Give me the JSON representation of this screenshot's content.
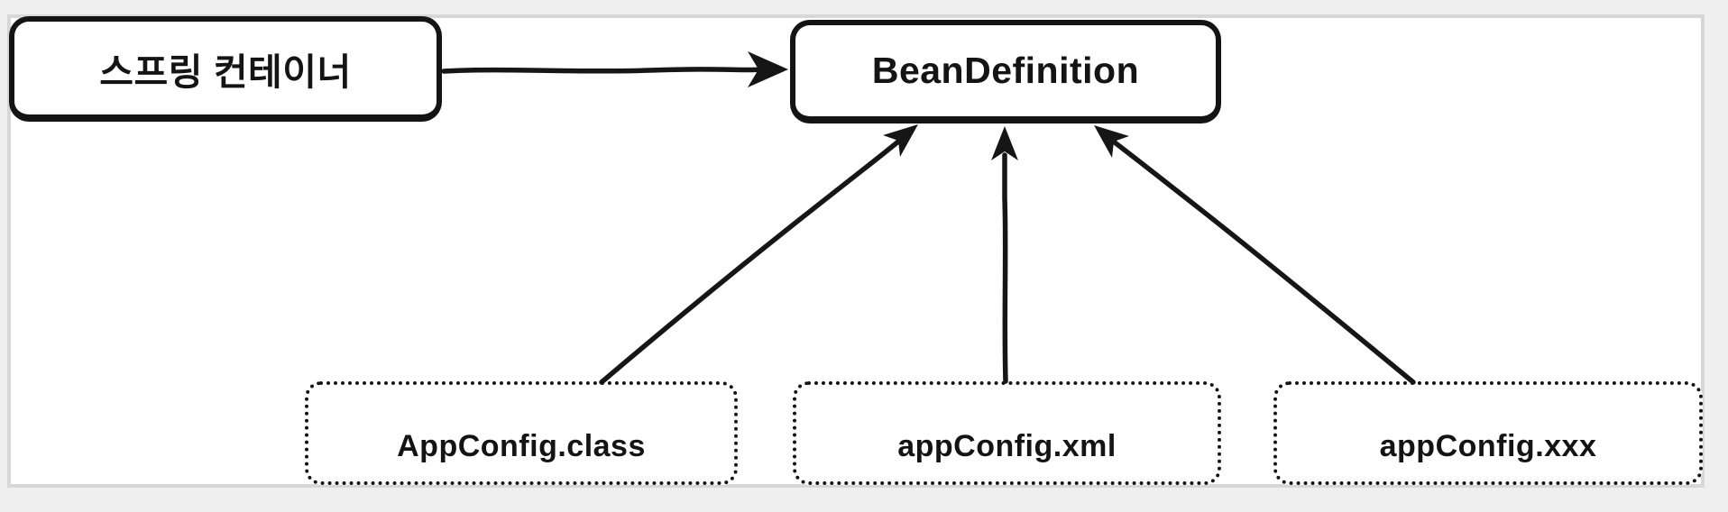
{
  "diagram": {
    "nodes": {
      "spring_container": {
        "label": "스프링 컨테이너",
        "style": "solid"
      },
      "bean_definition": {
        "label": "BeanDefinition",
        "style": "solid"
      },
      "appconfig_class": {
        "label": "AppConfig.class",
        "style": "dotted"
      },
      "appconfig_xml": {
        "label": "appConfig.xml",
        "style": "dotted"
      },
      "appconfig_xxx": {
        "label": "appConfig.xxx",
        "style": "dotted"
      }
    },
    "edges": [
      {
        "from": "spring_container",
        "to": "bean_definition",
        "direction": "right",
        "style": "solid-arrow"
      },
      {
        "from": "appconfig_class",
        "to": "bean_definition",
        "direction": "up",
        "style": "solid-arrow"
      },
      {
        "from": "appconfig_xml",
        "to": "bean_definition",
        "direction": "up",
        "style": "solid-arrow"
      },
      {
        "from": "appconfig_xxx",
        "to": "bean_definition",
        "direction": "up",
        "style": "solid-arrow"
      }
    ],
    "colors": {
      "ink": "#161616",
      "canvas": "#ffffff",
      "frame_border": "#d7d7d7",
      "background": "#efefef"
    }
  }
}
